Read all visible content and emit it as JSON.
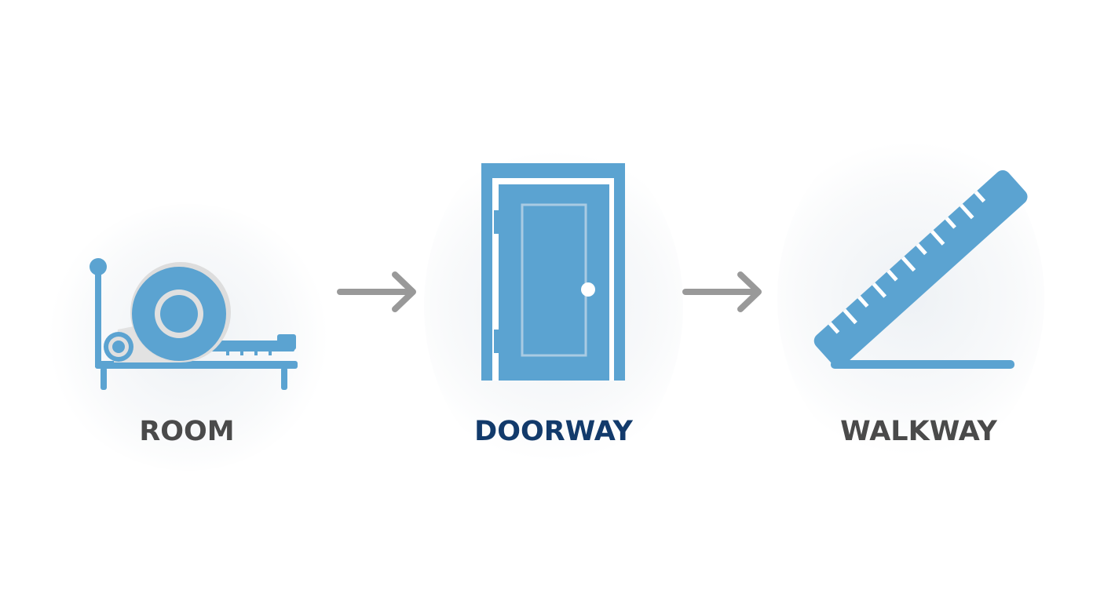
{
  "colors": {
    "icon_blue": "#5ba3d1",
    "arrow_gray": "#999999",
    "label_dark": "#4a4a4a",
    "label_accent": "#123a6b"
  },
  "steps": [
    {
      "label": "ROOM",
      "icon": "tape-measure-bed-icon",
      "color": "#4a4a4a"
    },
    {
      "label": "DOORWAY",
      "icon": "door-icon",
      "color": "#123a6b"
    },
    {
      "label": "WALKWAY",
      "icon": "ruler-angle-icon",
      "color": "#4a4a4a"
    }
  ],
  "connectors": [
    {
      "icon": "arrow-right-icon"
    },
    {
      "icon": "arrow-right-icon"
    }
  ]
}
